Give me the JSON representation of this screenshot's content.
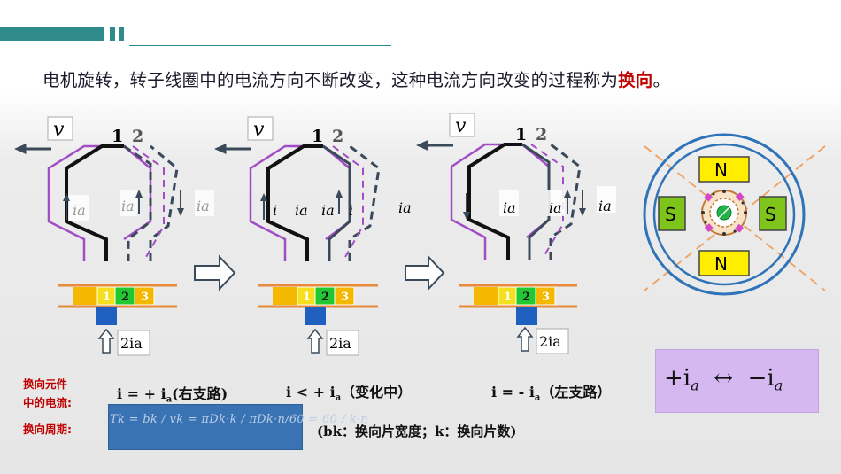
{
  "headline": {
    "text": "电机旋转，转子线圈中的电流方向不断改变，这种电流方向改变的过程称为",
    "highlight": "换向",
    "tail": "。"
  },
  "stages": [
    {
      "v_label": "v",
      "coil_labels": [
        "1",
        "2"
      ],
      "segment_labels": [
        "1",
        "2",
        "3"
      ],
      "current_labels": [
        "ia",
        "ia",
        "ia"
      ],
      "input_label": "2ia"
    },
    {
      "v_label": "v",
      "coil_labels": [
        "1",
        "2"
      ],
      "segment_labels": [
        "1",
        "2",
        "3"
      ],
      "current_labels": [
        "i",
        "ia",
        "ia",
        "i",
        "ia"
      ],
      "input_label": "2ia"
    },
    {
      "v_label": "v",
      "coil_labels": [
        "1",
        "2"
      ],
      "segment_labels": [
        "1",
        "2",
        "3"
      ],
      "current_labels": [
        "ia",
        "ia",
        "ia"
      ],
      "input_label": "2ia"
    }
  ],
  "motor": {
    "pole_top": "N",
    "pole_bottom": "N",
    "pole_left": "S",
    "pole_right": "S"
  },
  "captions": {
    "current_label_line1": "换向元件",
    "current_label_line2": "中的电流:",
    "period_label": "换向周期:"
  },
  "equations": {
    "eq1_prefix": "i = + i",
    "eq1_suffix": "(右支路)",
    "eq2_prefix": "i < + i",
    "eq2_suffix": "（变化中）",
    "eq3_prefix": "i = - i",
    "eq3_suffix": "（左支路）"
  },
  "formula": {
    "text": "Tk = bk / vk = πDk·k / πDk·n/60 = 60 / k·n"
  },
  "note": {
    "text": "(bk：换向片宽度；k：换向片数)"
  },
  "swap": {
    "left": "+i",
    "arrow": "↔",
    "right": "−i"
  },
  "colors": {
    "teal": "#2f8a8a",
    "highlight_red": "#c00000",
    "purple": "#a24cc6",
    "dark_slate": "#3a4a5a",
    "orange": "#e88a3a",
    "gold": "#f5b800",
    "green": "#22c832",
    "blue": "#1f5fbf",
    "lavender": "#d6b8f0"
  }
}
